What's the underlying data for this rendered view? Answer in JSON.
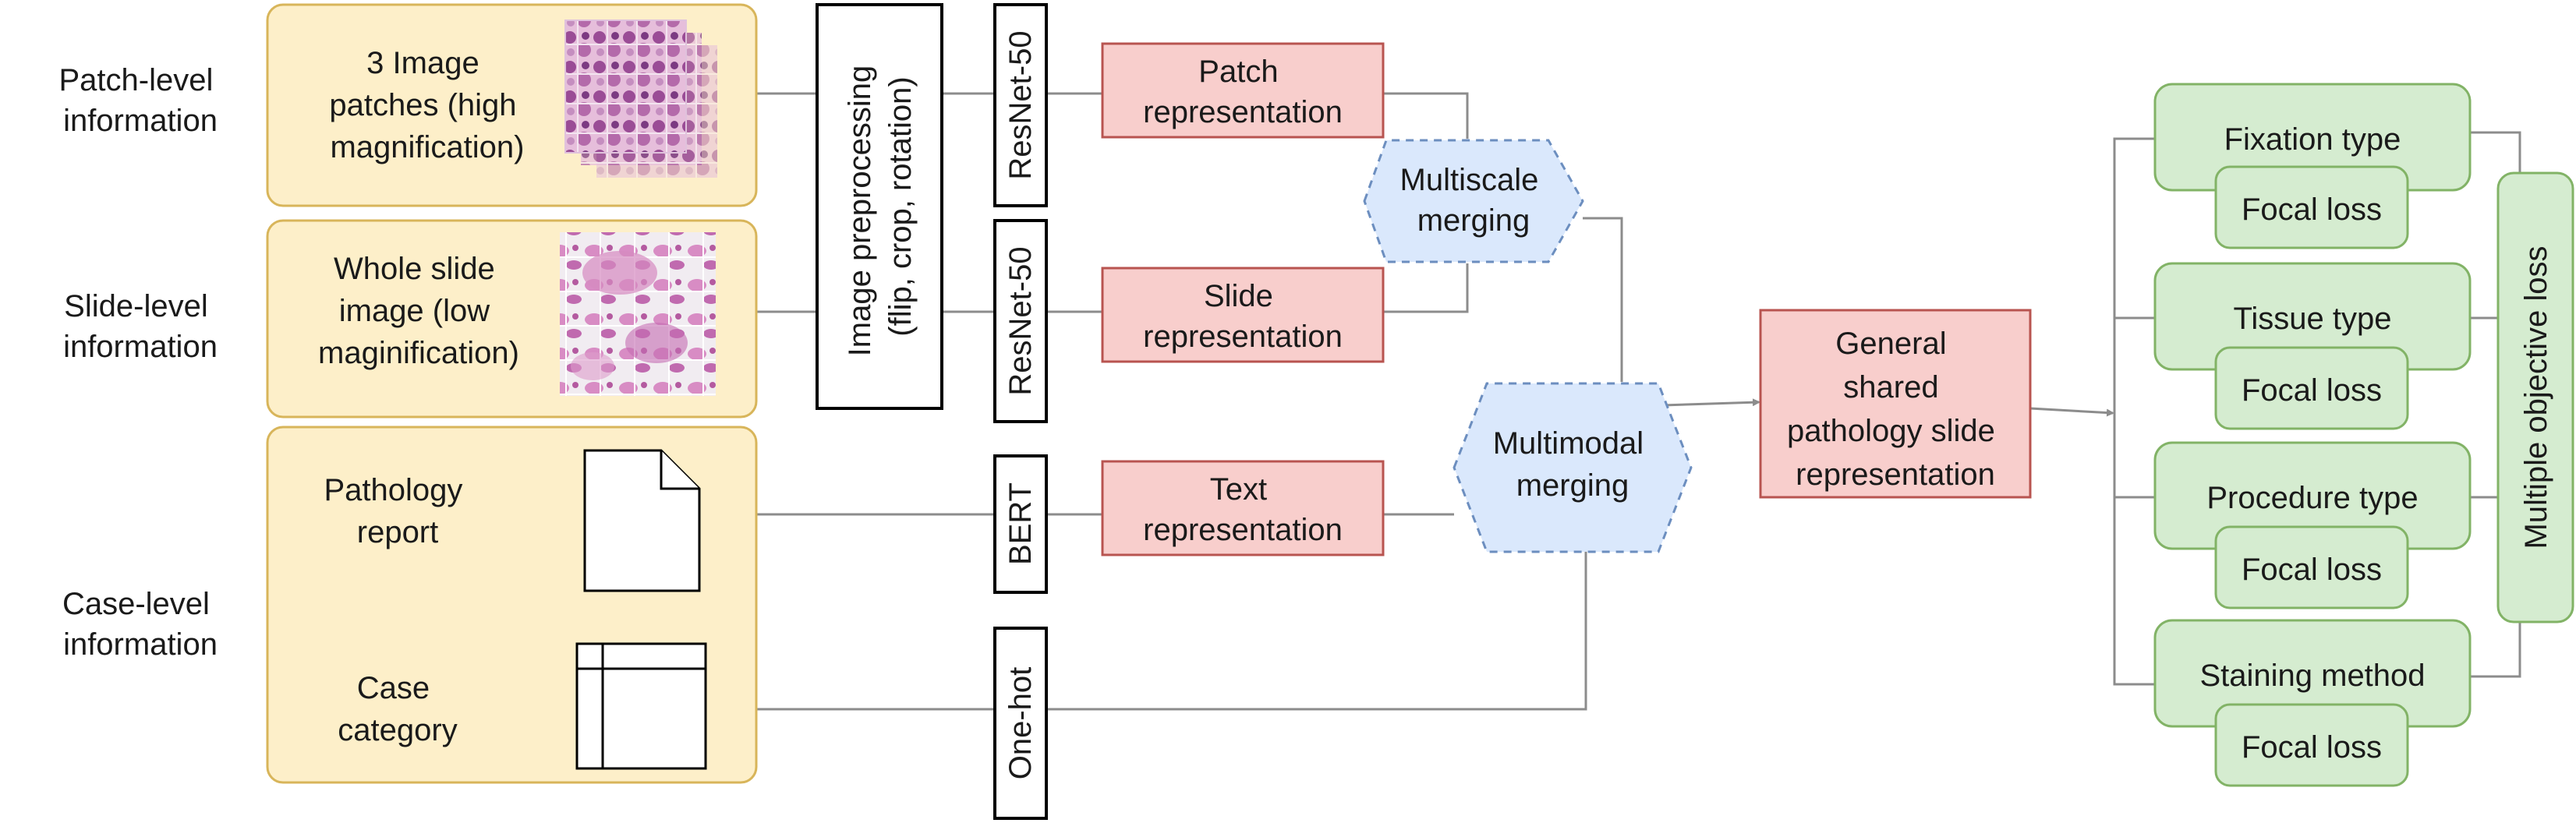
{
  "colors": {
    "input_fill": "#fdefc9",
    "input_stroke": "#d8b55a",
    "repr_fill": "#f8cecc",
    "repr_stroke": "#b85450",
    "merge_fill": "#dae8fc",
    "merge_stroke": "#6c8ebf",
    "task_fill": "#d5ecd0",
    "task_stroke": "#82b366",
    "edge": "#8c8c8c"
  },
  "levels": {
    "patch": [
      "Patch-level",
      "information"
    ],
    "slide": [
      "Slide-level",
      "information"
    ],
    "case": [
      "Case-level",
      "information"
    ]
  },
  "inputs": {
    "patches": [
      "3 Image",
      "patches (high",
      "magnification)"
    ],
    "wsi": [
      "Whole slide",
      "image (low",
      "maginification)"
    ],
    "report": [
      "Pathology",
      "report"
    ],
    "category": [
      "Case",
      "category"
    ]
  },
  "preprocessing": [
    "Image preprocessing",
    "(flip, crop, rotation)"
  ],
  "encoders": {
    "patch": "ResNet-50",
    "slide": "ResNet-50",
    "text": "BERT",
    "category": "One-hot"
  },
  "representations": {
    "patch": [
      "Patch",
      "representation"
    ],
    "slide": [
      "Slide",
      "representation"
    ],
    "text": [
      "Text",
      "representation"
    ]
  },
  "merging": {
    "multiscale": [
      "Multiscale",
      "merging"
    ],
    "multimodal": [
      "Multimodal",
      "merging"
    ]
  },
  "shared": [
    "General",
    "shared",
    "pathology slide",
    "representation"
  ],
  "tasks": [
    {
      "name": "Fixation type",
      "loss": "Focal loss"
    },
    {
      "name": "Tissue type",
      "loss": "Focal loss"
    },
    {
      "name": "Procedure type",
      "loss": "Focal loss"
    },
    {
      "name": "Staining method",
      "loss": "Focal loss"
    }
  ],
  "objective": "Multiple objective loss"
}
